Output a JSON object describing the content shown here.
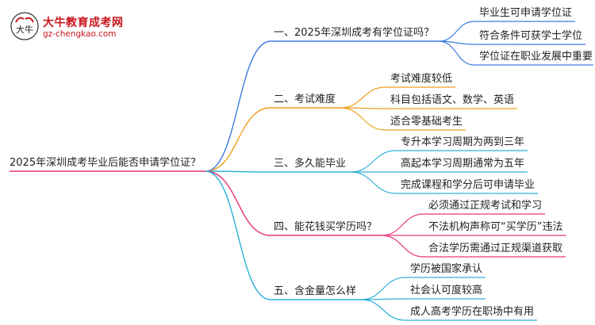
{
  "logo": {
    "title": "大牛教育成考网",
    "url": "gz-chengkao.com",
    "mark_text": "大牛"
  },
  "mindmap": {
    "root": "2025年深圳成考毕业后能否申请学位证？",
    "branches": [
      {
        "label": "一、2025年深圳成考有学位证吗？",
        "color": "#3b7be0",
        "leaves": [
          "毕业生可申请学位证",
          "符合条件可获学士学位",
          "学位证在职业发展中重要"
        ]
      },
      {
        "label": "二、考试难度",
        "color": "#f0a020",
        "leaves": [
          "考试难度较低",
          "科目包括语文、数学、英语",
          "适合零基础考生"
        ]
      },
      {
        "label": "三、多久能毕业",
        "color": "#2db0d8",
        "leaves": [
          "专升本学习周期为两到三年",
          "高起本学习周期通常为五年",
          "完成课程和学分后可申请毕业"
        ]
      },
      {
        "label": "四、能花钱买学历吗？",
        "color": "#e8337a",
        "leaves": [
          "必须通过正规考试和学习",
          "不法机构声称可“买学历”违法",
          "合法学历需通过正规渠道获取"
        ]
      },
      {
        "label": "五、含金量怎么样",
        "color": "#2db0d8",
        "leaves": [
          "学历被国家承认",
          "社会认可度较高",
          "成人高考学历在职场中有用"
        ]
      }
    ]
  }
}
